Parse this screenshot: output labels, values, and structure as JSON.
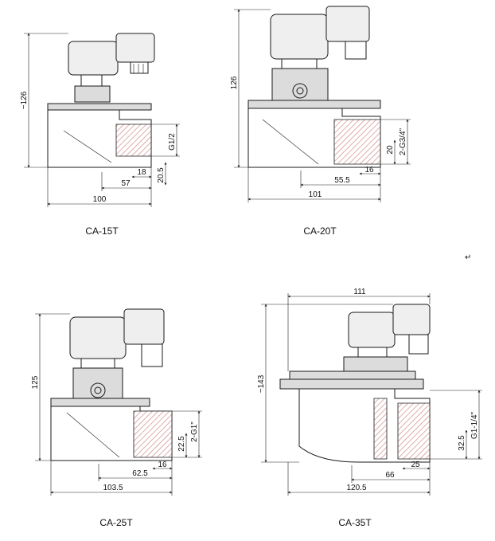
{
  "drawings": [
    {
      "id": "ca-15t",
      "caption": "CA-15T",
      "dims": {
        "height": "~126",
        "port": "G1/2",
        "w1": "18",
        "w2": "57",
        "h1": "20.5",
        "width": "100"
      }
    },
    {
      "id": "ca-20t",
      "caption": "CA-20T",
      "dims": {
        "height": "126",
        "port": "2-G3/4\"",
        "h1": "20",
        "w1": "16",
        "w2": "55.5",
        "width": "101"
      }
    },
    {
      "id": "ca-25t",
      "caption": "CA-25T",
      "dims": {
        "height": "125",
        "port": "2-G1\"",
        "h1": "22.5",
        "w1": "16",
        "w2": "62.5",
        "width": "103.5"
      }
    },
    {
      "id": "ca-35t",
      "caption": "CA-35T",
      "dims": {
        "top": "111",
        "height": "~143",
        "port": "G1-1/4\"",
        "h1": "32.5",
        "w1": "25",
        "w2": "66",
        "width": "120.5"
      }
    }
  ],
  "return_mark": "↵"
}
